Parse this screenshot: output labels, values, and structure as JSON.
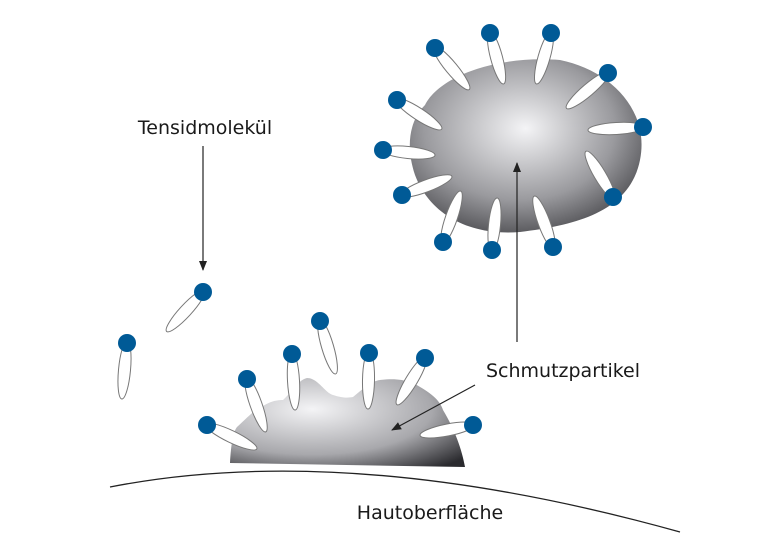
{
  "labels": {
    "surfactant": "Tensidmolekül",
    "dirt_particle": "Schmutzpartikel",
    "skin_surface": "Hautoberfläche"
  },
  "colors": {
    "head": "#005a96",
    "particle_light": "#f2f2f4",
    "particle_dark": "#2a2a2e",
    "line": "#222222"
  }
}
